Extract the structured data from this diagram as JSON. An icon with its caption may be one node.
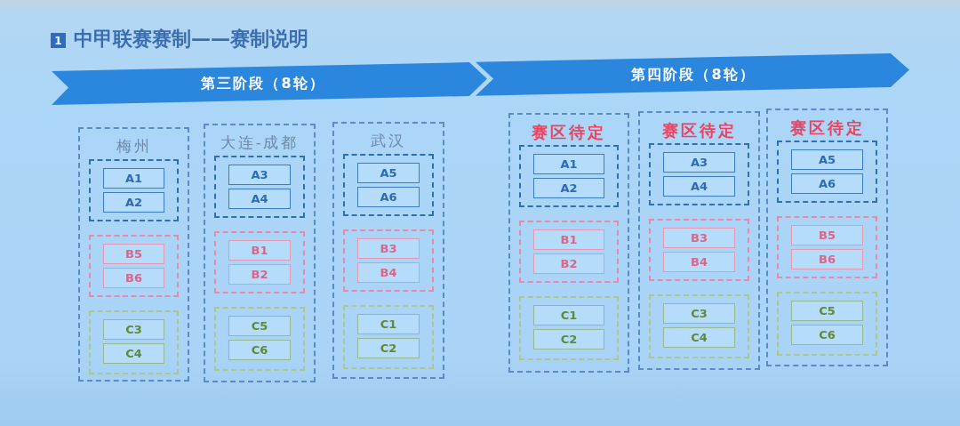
{
  "diagram": {
    "title": "中甲联赛赛制——赛制说明",
    "nodes": [
      {
        "text": [
          "第三阶段（8轮）"
        ]
      },
      {
        "text": [
          "第四阶段（8轮）"
        ]
      },
      {
        "text": [
          "梅州"
        ]
      },
      {
        "text": [],
        "shape": "box",
        "in": 2
      },
      {
        "text": [
          "A1"
        ],
        "in": 3
      },
      {
        "text": [
          "A2"
        ],
        "in": 3
      },
      {
        "text": [],
        "shape": "box",
        "in": 2
      },
      {
        "text": [
          "B5"
        ],
        "in": 6
      },
      {
        "text": [
          "B6"
        ],
        "in": 6
      },
      {
        "text": [],
        "shape": "box",
        "in": 2
      },
      {
        "text": [
          "C3"
        ],
        "in": 9
      },
      {
        "text": [
          "C4"
        ],
        "in": 9
      },
      {
        "text": [
          "大连-成都"
        ]
      },
      {
        "text": [],
        "shape": "box",
        "in": 12
      },
      {
        "text": [
          "A3"
        ],
        "in": 13
      },
      {
        "text": [
          "A4"
        ],
        "in": 13
      },
      {
        "text": [],
        "shape": "box",
        "in": 12
      },
      {
        "text": [
          "B1"
        ],
        "in": 16
      },
      {
        "text": [
          "B2"
        ],
        "in": 16
      },
      {
        "text": [],
        "shape": "box",
        "in": 12
      },
      {
        "text": [
          "C5"
        ],
        "in": 19
      },
      {
        "text": [
          "C6"
        ],
        "in": 19
      },
      {
        "text": [
          "武汉"
        ]
      },
      {
        "text": [],
        "shape": "box",
        "in": 22
      },
      {
        "text": [
          "A5"
        ],
        "in": 23
      },
      {
        "text": [
          "A6"
        ],
        "in": 23
      },
      {
        "text": [],
        "shape": "box",
        "in": 22
      },
      {
        "text": [
          "B3"
        ],
        "in": 26
      },
      {
        "text": [
          "B4"
        ],
        "in": 26
      },
      {
        "text": [],
        "shape": "box",
        "in": 22
      },
      {
        "text": [
          "C1"
        ],
        "in": 29
      },
      {
        "text": [
          "C2"
        ],
        "in": 29
      },
      {
        "text": [
          "赛区待定"
        ]
      },
      {
        "text": [],
        "shape": "box",
        "in": 32
      },
      {
        "text": [
          "A1"
        ],
        "in": 33
      },
      {
        "text": [
          "A2"
        ],
        "in": 33
      },
      {
        "text": [],
        "shape": "box",
        "in": 32
      },
      {
        "text": [
          "B1"
        ],
        "in": 36
      },
      {
        "text": [
          "B2"
        ],
        "in": 36
      },
      {
        "text": [],
        "shape": "box",
        "in": 32
      },
      {
        "text": [
          "C1"
        ],
        "in": 39
      },
      {
        "text": [
          "C2"
        ],
        "in": 39
      },
      {
        "text": [
          "赛区待定"
        ]
      },
      {
        "text": [],
        "shape": "box",
        "in": 42
      },
      {
        "text": [
          "A3"
        ],
        "in": 43
      },
      {
        "text": [
          "A4"
        ],
        "in": 43
      },
      {
        "text": [],
        "shape": "box",
        "in": 42
      },
      {
        "text": [
          "B3"
        ],
        "in": 46
      },
      {
        "text": [
          "B4"
        ],
        "in": 46
      },
      {
        "text": [],
        "shape": "box",
        "in": 42
      },
      {
        "text": [
          "C3"
        ],
        "in": 49
      },
      {
        "text": [
          "C4"
        ],
        "in": 49
      },
      {
        "text": [
          "赛区待定"
        ]
      },
      {
        "text": [],
        "shape": "box",
        "in": 52
      },
      {
        "text": [
          "A5"
        ],
        "in": 53
      },
      {
        "text": [
          "A6"
        ],
        "in": 53
      },
      {
        "text": [],
        "shape": "box",
        "in": 52
      },
      {
        "text": [
          "B5"
        ],
        "in": 56
      },
      {
        "text": [
          "B6"
        ],
        "in": 56
      },
      {
        "text": [],
        "shape": "box",
        "in": 52
      },
      {
        "text": [
          "C5"
        ],
        "in": 59
      },
      {
        "text": [
          "C6"
        ],
        "in": 59
      }
    ],
    "labels": [
      "1"
    ]
  }
}
